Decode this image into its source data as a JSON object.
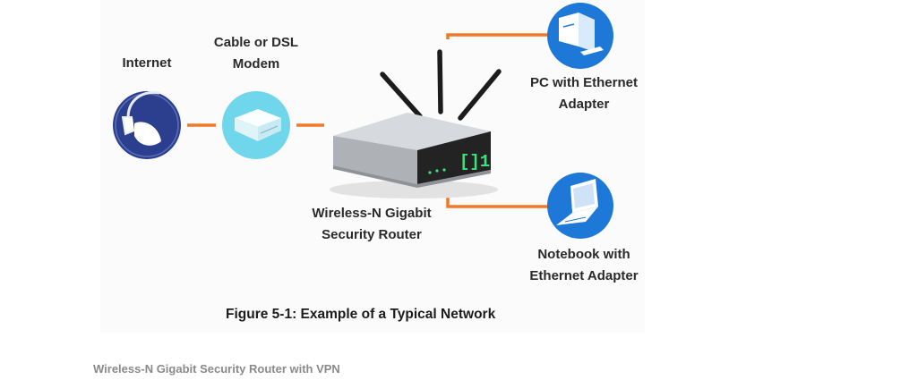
{
  "diagram": {
    "nodes": {
      "internet": {
        "label_lines": [
          "Internet"
        ],
        "icon": "internet-icon"
      },
      "modem": {
        "label_lines": [
          "Cable or DSL",
          "Modem"
        ],
        "icon": "modem-icon"
      },
      "router": {
        "label_lines": [
          "Wireless-N Gigabit",
          "Security Router"
        ],
        "icon": "router-icon"
      },
      "pc": {
        "label_lines": [
          "PC with Ethernet",
          "Adapter"
        ],
        "icon": "desktop-pc-icon"
      },
      "notebook": {
        "label_lines": [
          "Notebook with",
          "Ethernet Adapter"
        ],
        "icon": "notebook-icon"
      }
    },
    "connections": [
      {
        "from": "internet",
        "to": "modem"
      },
      {
        "from": "modem",
        "to": "router"
      },
      {
        "from": "router",
        "to": "pc"
      },
      {
        "from": "router",
        "to": "notebook"
      }
    ],
    "caption": "Figure 5-1: Example of a Typical Network"
  },
  "footer": {
    "text": "Wireless-N Gigabit Security Router with VPN"
  },
  "colors": {
    "connector": "#f07a28",
    "internet_circle": "#2c3f8f",
    "modem_circle": "#6fd6ec",
    "device_circle": "#1e78d8"
  }
}
